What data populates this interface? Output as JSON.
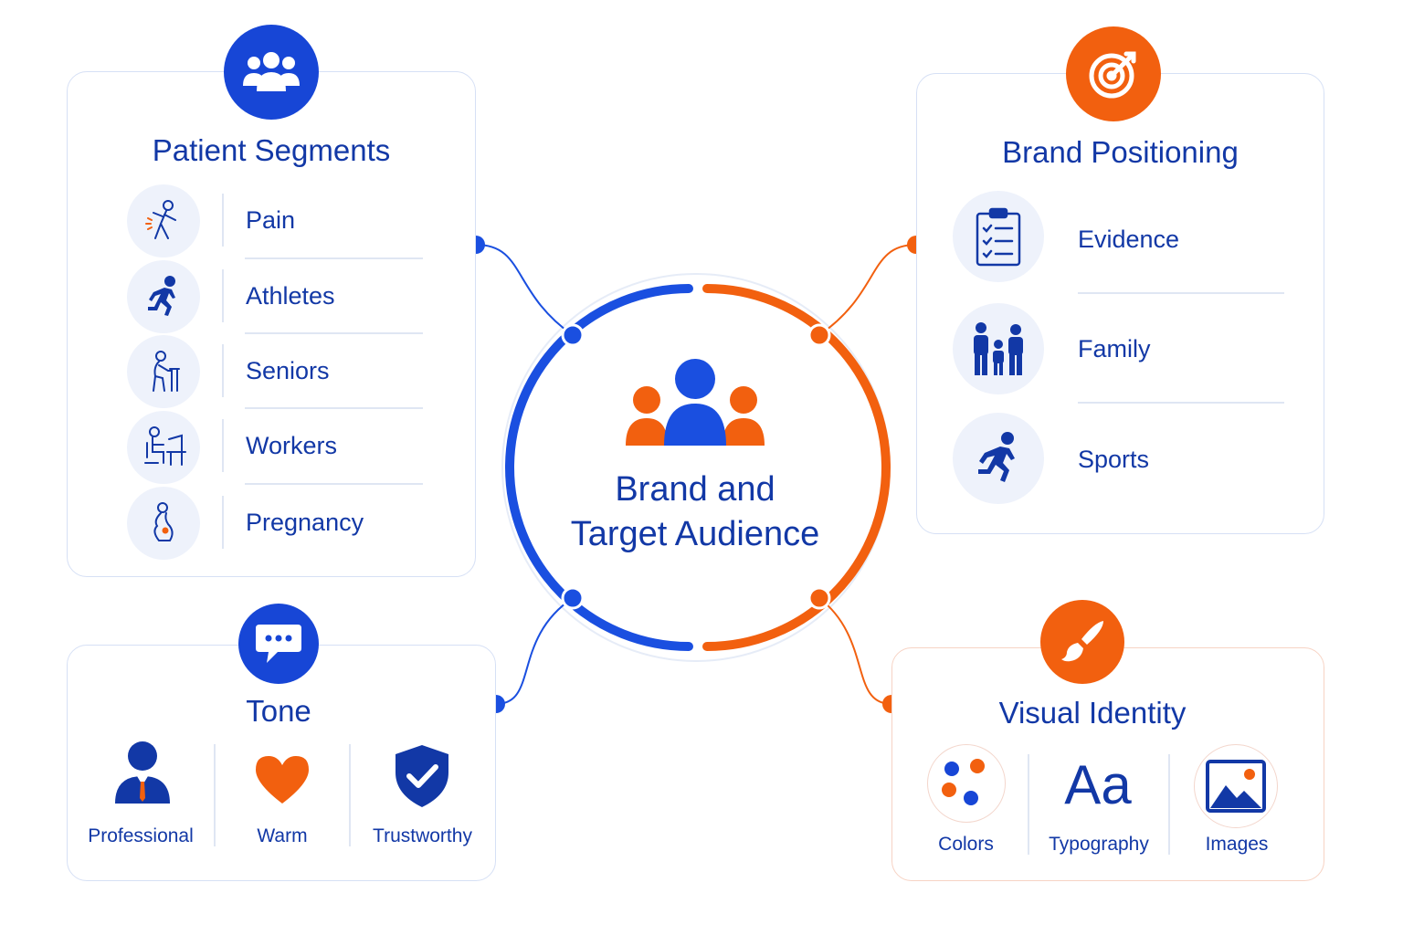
{
  "center": {
    "title_line1": "Brand and",
    "title_line2": "Target Audience",
    "icon": "audience-group-icon"
  },
  "patient_segments": {
    "title": "Patient Segments",
    "icon": "people-group-icon",
    "items": [
      {
        "label": "Pain",
        "icon": "back-pain-icon"
      },
      {
        "label": "Athletes",
        "icon": "runner-icon"
      },
      {
        "label": "Seniors",
        "icon": "senior-walker-icon"
      },
      {
        "label": "Workers",
        "icon": "desk-worker-icon"
      },
      {
        "label": "Pregnancy",
        "icon": "pregnancy-icon"
      }
    ]
  },
  "brand_positioning": {
    "title": "Brand Positioning",
    "icon": "target-icon",
    "items": [
      {
        "label": "Evidence",
        "icon": "clipboard-checklist-icon"
      },
      {
        "label": "Family",
        "icon": "family-icon"
      },
      {
        "label": "Sports",
        "icon": "sprinter-icon"
      }
    ]
  },
  "tone": {
    "title": "Tone",
    "icon": "chat-bubble-icon",
    "items": [
      {
        "label": "Professional",
        "icon": "professional-person-icon"
      },
      {
        "label": "Warm",
        "icon": "heart-icon"
      },
      {
        "label": "Trustworthy",
        "icon": "shield-check-icon"
      }
    ]
  },
  "visual_identity": {
    "title": "Visual Identity",
    "icon": "paintbrush-icon",
    "items": [
      {
        "label": "Colors",
        "icon": "color-dots-icon"
      },
      {
        "label": "Typography",
        "icon": "typography-icon",
        "glyph": "Aa"
      },
      {
        "label": "Images",
        "icon": "image-icon"
      }
    ]
  },
  "colors": {
    "blue": "#1746d6",
    "orange": "#f2600f",
    "text": "#1238a6"
  }
}
